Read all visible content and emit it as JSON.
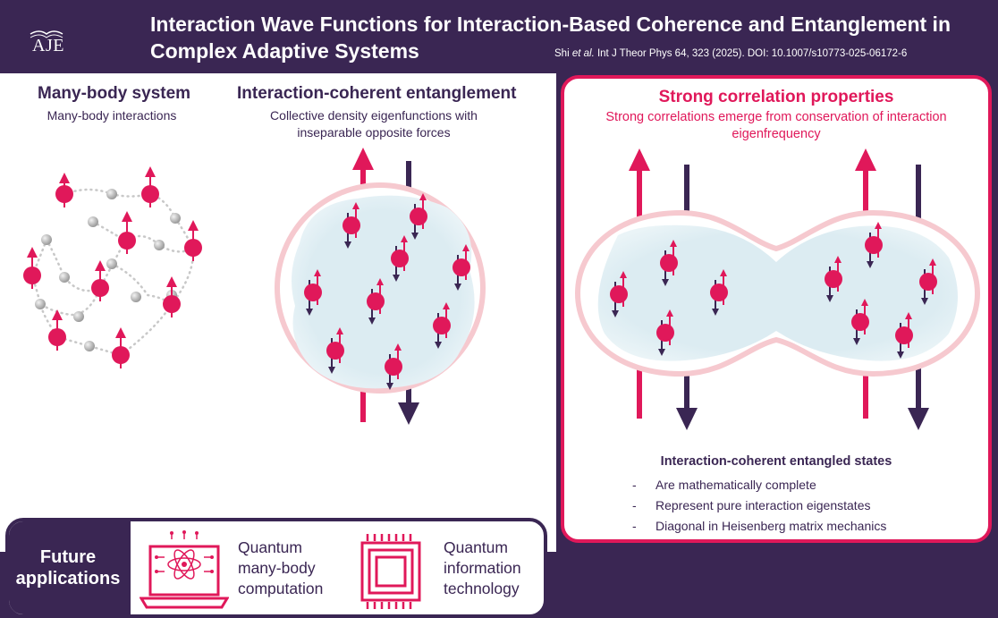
{
  "header": {
    "logo_text": "AJE",
    "title_line1": "Interaction Wave Functions for Interaction-Based Coherence and Entanglement in",
    "title_line2": "Complex Adaptive Systems",
    "citation_authors": "Shi",
    "citation_etal": "et al.",
    "citation_rest": "Int J Theor Phys 64, 323 (2025). DOI: 10.1007/s10773-025-06172-6"
  },
  "left": {
    "many_body": {
      "heading": "Many-body system",
      "subtitle": "Many-body interactions"
    },
    "entanglement": {
      "heading": "Interaction-coherent entanglement",
      "subtitle": "Collective density eigenfunctions with inseparable opposite forces"
    }
  },
  "future": {
    "label": "Future applications",
    "apps": [
      {
        "label": "Quantum many-body computation",
        "icon": "laptop-atom-icon"
      },
      {
        "label": "Quantum information technology",
        "icon": "chip-icon"
      }
    ]
  },
  "right": {
    "heading": "Strong correlation properties",
    "subtitle": "Strong correlations emerge from conservation of interaction eigenfrequency",
    "states_title": "Interaction-coherent entangled states",
    "states": [
      "Are mathematically complete",
      "Represent pure interaction eigenstates",
      "Diagonal in Heisenberg matrix mechanics"
    ],
    "bullet": "-"
  },
  "colors": {
    "accent": "#e0185a",
    "dark": "#3a2653",
    "blob": "#dcecf2",
    "ring": "#f6c9cf"
  }
}
